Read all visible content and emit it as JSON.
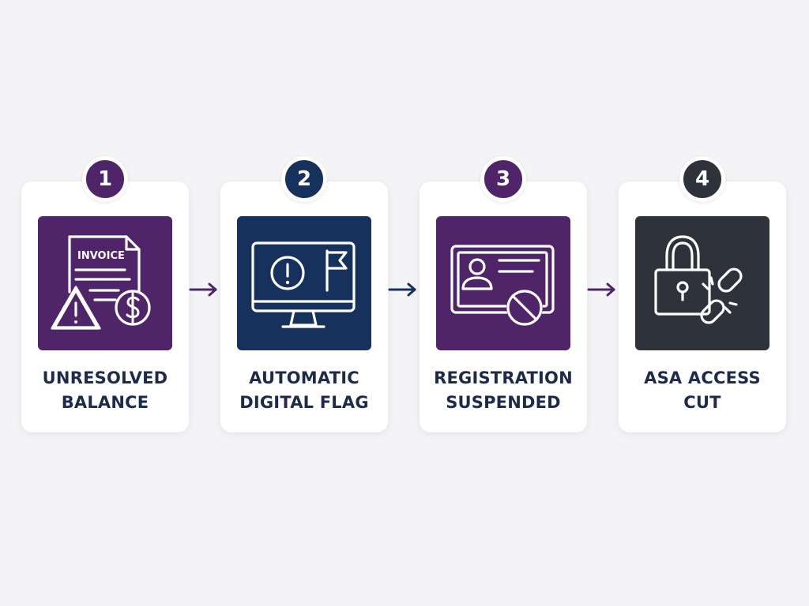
{
  "steps": [
    {
      "number": "1",
      "label_line1": "UNRESOLVED",
      "label_line2": "BALANCE",
      "icon_text": "INVOICE",
      "icon": "invoice-warning-dollar-icon",
      "color": "#4f2468"
    },
    {
      "number": "2",
      "label_line1": "AUTOMATIC",
      "label_line2": "DIGITAL FLAG",
      "icon": "monitor-alert-flag-icon",
      "color": "#15315c"
    },
    {
      "number": "3",
      "label_line1": "REGISTRATION",
      "label_line2": "SUSPENDED",
      "icon": "id-card-blocked-icon",
      "color": "#4f2468"
    },
    {
      "number": "4",
      "label_line1": "ASA ACCESS",
      "label_line2": "CUT",
      "icon": "lock-broken-link-icon",
      "color": "#2e323b"
    }
  ],
  "colors": {
    "background": "#f4f4f6",
    "card": "#ffffff",
    "label_text": "#1d2a4a",
    "arrow_1": "#4f2468",
    "arrow_2": "#15315c",
    "arrow_3": "#4f2468"
  }
}
